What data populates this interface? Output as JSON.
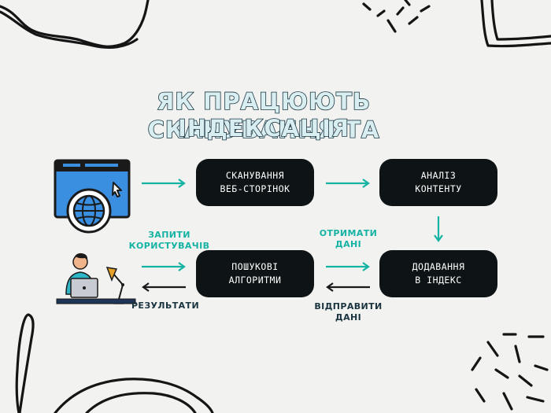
{
  "title": {
    "line1": "ЯК ПРАЦЮЮТЬ СКАНУВАННЯ ТА",
    "line2": "ІНДЕКСАЦІЯ"
  },
  "boxes": {
    "crawl": {
      "line1": "СКАНУВАННЯ",
      "line2": "ВЕБ-СТОРІНОК"
    },
    "analysis": {
      "line1": "АНАЛІЗ",
      "line2": "КОНТЕНТУ"
    },
    "index": {
      "line1": "ДОДАВАННЯ",
      "line2": "В ІНДЕКС"
    },
    "algorithms": {
      "line1": "ПОШУКОВІ",
      "line2": "АЛГОРИТМИ"
    }
  },
  "labels": {
    "user_queries": {
      "line1": "ЗАПИТИ",
      "line2": "КОРИСТУВАЧІВ"
    },
    "get_data": {
      "line1": "ОТРИМАТИ",
      "line2": "ДАНІ"
    },
    "send_data": {
      "line1": "ВІДПРАВИТИ",
      "line2": "ДАНІ"
    },
    "results": "РЕЗУЛЬТАТИ"
  },
  "colors": {
    "accent": "#14b3a3",
    "dark_text": "#1a3440",
    "box_fill": "#0e1416",
    "icon_blue": "#3a8fe0"
  }
}
